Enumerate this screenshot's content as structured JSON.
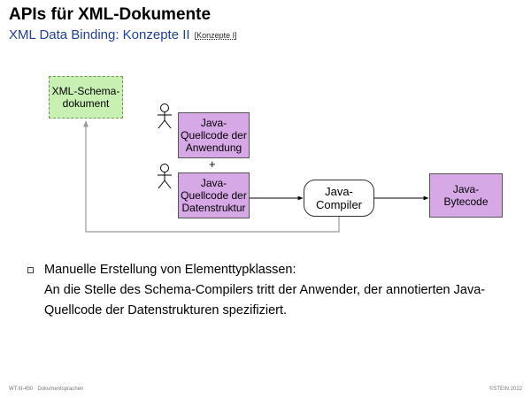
{
  "header": {
    "title": "APIs für XML-Dokumente",
    "subtitle": "XML Data Binding: Konzepte II",
    "ref_open": "[",
    "ref_link": "Konzepte I",
    "ref_close": "]"
  },
  "diagram": {
    "schema_box": [
      "XML-Schema-",
      "dokument"
    ],
    "source_app_box": [
      "Java-",
      "Quellcode der",
      "Anwendung"
    ],
    "plus": "+",
    "source_data_box": [
      "Java-",
      "Quellcode der",
      "Datenstruktur"
    ],
    "compiler_box": [
      "Java-",
      "Compiler"
    ],
    "bytecode_box": [
      "Java-",
      "Bytecode"
    ]
  },
  "bullets": [
    {
      "heading": "Manuelle Erstellung von Elementtypklassen:",
      "body": "An die Stelle des Schema-Compilers tritt der Anwender, der annotierten Java-Quellcode der Datenstrukturen spezifiziert."
    }
  ],
  "footer": {
    "code": "WT:III-450",
    "topic": "Dokumentsprachen",
    "copyright": "©STEIN 2022"
  },
  "colors": {
    "title_blue": "#1f3f9e",
    "schema_green": "#c9f0b3",
    "box_violet": "#d6a8e6"
  }
}
